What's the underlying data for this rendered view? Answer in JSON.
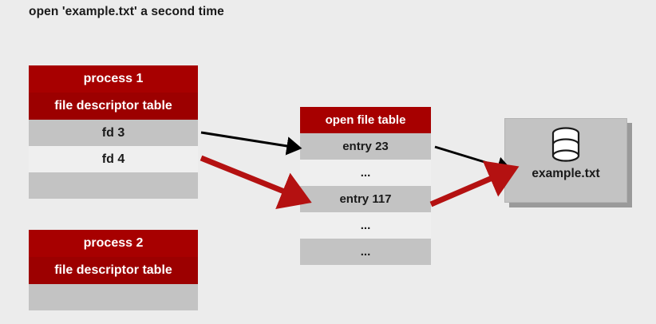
{
  "caption": "open 'example.txt' a second time",
  "colors": {
    "background": "#ececec",
    "header_red": "#a70000",
    "cell_gray": "#c3c3c3",
    "cell_light": "#efefef",
    "arrow_black": "#000000",
    "arrow_red": "#b41111",
    "text_dark": "#1a1a1a"
  },
  "process1": {
    "title_line1": "process 1",
    "title_line2": "file descriptor table",
    "rows": [
      {
        "label": "fd 3",
        "style": "cell"
      },
      {
        "label": "fd 4",
        "style": "cellalt"
      },
      {
        "label": "",
        "style": "empty"
      }
    ]
  },
  "process2": {
    "title_line1": "process 2",
    "title_line2": "file descriptor table",
    "rows": [
      {
        "label": "",
        "style": "empty"
      }
    ]
  },
  "open_file_table": {
    "title": "open file table",
    "rows": [
      {
        "label": "entry 23",
        "style": "cell"
      },
      {
        "label": "...",
        "style": "cellalt"
      },
      {
        "label": "entry 117",
        "style": "cell"
      },
      {
        "label": "...",
        "style": "cellalt"
      },
      {
        "label": "...",
        "style": "cell"
      }
    ]
  },
  "file_node": {
    "name": "example.txt",
    "icon": "database-icon"
  },
  "arrows": [
    {
      "name": "arrow-fd3-to-entry23",
      "color": "#000000"
    },
    {
      "name": "arrow-fd4-to-entry117",
      "color": "#b41111"
    },
    {
      "name": "arrow-entry23-to-file",
      "color": "#000000"
    },
    {
      "name": "arrow-entry117-to-file",
      "color": "#b41111"
    }
  ]
}
